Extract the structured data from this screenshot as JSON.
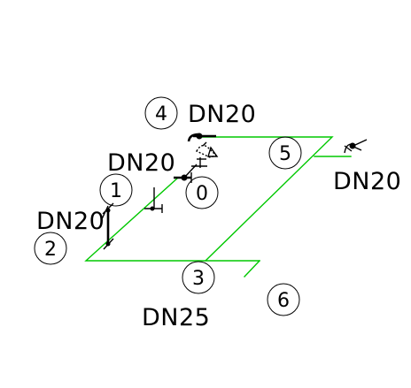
{
  "colors": {
    "background": "#ffffff",
    "pipe": "#00c800",
    "ink": "#000000"
  },
  "labels": {
    "dn_top": "DN20",
    "dn_left_upper": "DN20",
    "dn_left": "DN20",
    "dn_right": "DN20",
    "dn_bottom": "DN25"
  },
  "nodes": {
    "n0": "0",
    "n1": "1",
    "n2": "2",
    "n3": "3",
    "n4": "4",
    "n5": "5",
    "n6": "6"
  }
}
